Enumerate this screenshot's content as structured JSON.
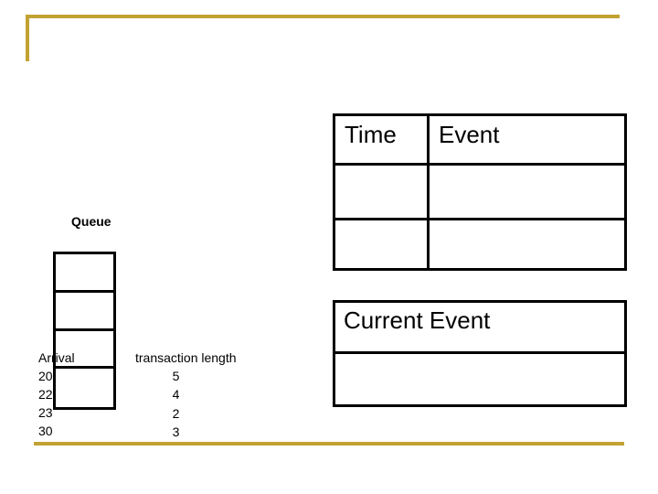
{
  "slide": {
    "accent_color": "#C2A233",
    "background_color": "#FFFFFF"
  },
  "event_table": {
    "col1_header": "Time",
    "col2_header": "Event",
    "empty_body_rows": 2
  },
  "current_event": {
    "title": "Current Event",
    "empty_body_rows": 1
  },
  "queue": {
    "label": "Queue",
    "slot_count": 4,
    "slots": [
      "",
      "",
      "",
      ""
    ]
  },
  "arrival_list": {
    "header_arrival": "Arrival",
    "header_transaction": "transaction length",
    "rows": [
      {
        "arrival": "20",
        "transaction_length": "5"
      },
      {
        "arrival": "22",
        "transaction_length": "4"
      },
      {
        "arrival": "23",
        "transaction_length": "2"
      },
      {
        "arrival": "30",
        "transaction_length": "3"
      }
    ]
  }
}
